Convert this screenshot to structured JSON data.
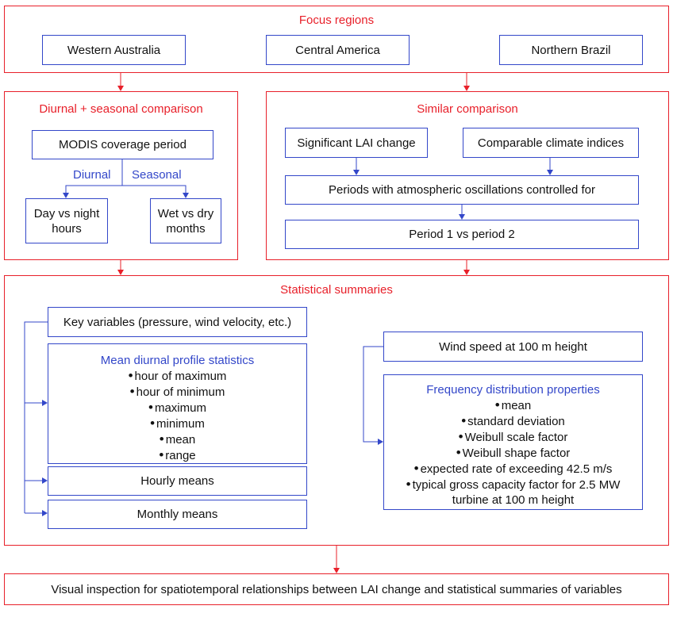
{
  "focus": {
    "title": "Focus regions",
    "regions": [
      "Western Australia",
      "Central America",
      "Northern Brazil"
    ]
  },
  "diurnal": {
    "title": "Diurnal + seasonal comparison",
    "modis": "MODIS coverage period",
    "branch_left": "Diurnal",
    "branch_right": "Seasonal",
    "left_box": "Day vs night hours",
    "right_box": "Wet vs dry months"
  },
  "similar": {
    "title": "Similar comparison",
    "lai": "Significant LAI change",
    "climate": "Comparable climate indices",
    "periods": "Periods with atmospheric oscillations controlled for",
    "p1p2": "Period 1 vs period 2"
  },
  "stats": {
    "title": "Statistical summaries",
    "key_vars": "Key variables (pressure, wind velocity, etc.)",
    "mean_profile": {
      "title": "Mean diurnal profile statistics",
      "items": [
        "hour of maximum",
        "hour of minimum",
        "maximum",
        "minimum",
        "mean",
        "range"
      ]
    },
    "hourly": "Hourly means",
    "monthly": "Monthly means",
    "wind": "Wind speed at 100 m height",
    "freq": {
      "title": "Frequency distribution properties",
      "items": [
        "mean",
        "standard deviation",
        "Weibull scale factor",
        "Weibull shape factor",
        "expected rate of exceeding 42.5 m/s",
        "typical gross capacity factor for 2.5 MW turbine at 100 m height"
      ]
    }
  },
  "final": "Visual inspection for spatiotemporal relationships between LAI change and statistical summaries of variables",
  "colors": {
    "frame": "#e8202a",
    "box": "#3347c9"
  }
}
